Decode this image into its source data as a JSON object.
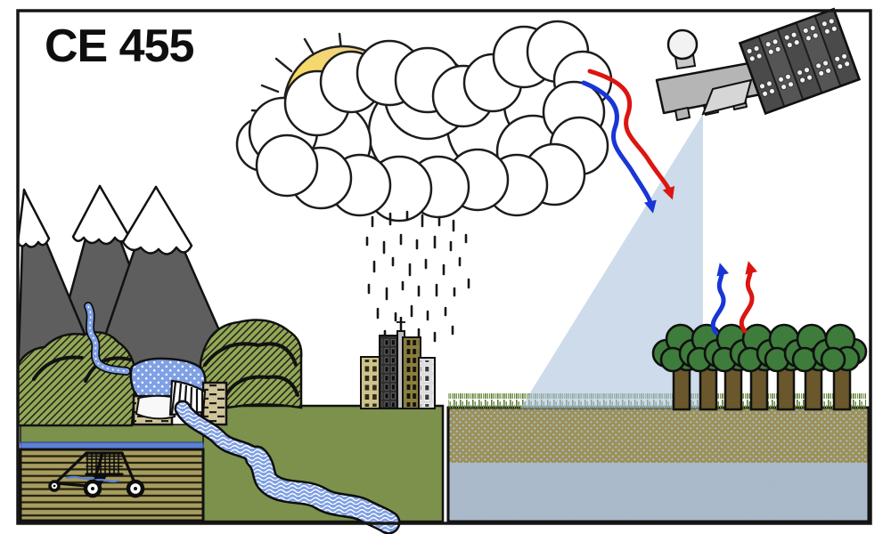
{
  "title": "CE 455",
  "scene": {
    "components": [
      "sun",
      "cloud-bank",
      "rain",
      "snow-capped-mountains",
      "mountain-stream",
      "foothills",
      "reservoir-lake",
      "dam",
      "spillway",
      "outflow-river",
      "irrigation-canal",
      "irrigated-field",
      "center-pivot-irrigator",
      "city-buildings",
      "grassland",
      "satellite",
      "satellite-solar-panel",
      "sensor-swath-beam",
      "red-wavy-arrow-down",
      "blue-wavy-arrow-down",
      "blue-wavy-arrow-up",
      "red-wavy-arrow-up",
      "forest",
      "soil-vadose-zone",
      "groundwater-aquifer"
    ]
  },
  "palette": {
    "outline": "#161616",
    "sun_yellow": "#FFE636",
    "sun_orange": "#ECCD9C",
    "mountain_gray": "#5E5E5E",
    "snow_white": "#FFFFFF",
    "hill_green": "#93A855",
    "plain_green": "#7C914C",
    "field_tan": "#A89D5F",
    "water_blue": "#7FA0E4",
    "canal_blue": "#5C81D6",
    "soil_tan": "#9C9157",
    "groundwater_gray": "#ACB9C6",
    "soil_dot_blue": "#A9C0E0",
    "tree_green": "#3E7C3B",
    "trunk_brown": "#6A572C",
    "beam_blue": "#AEC3DE",
    "satellite_gray": "#B5B5B5",
    "panel_dark": "#4A4A4A",
    "arrow_red": "#DD1510",
    "arrow_blue": "#1A35D6",
    "building_tan": "#CEC28C",
    "building_dark": "#303030",
    "building_olive": "#8A7E3F",
    "building_light": "#DCDCDC"
  }
}
